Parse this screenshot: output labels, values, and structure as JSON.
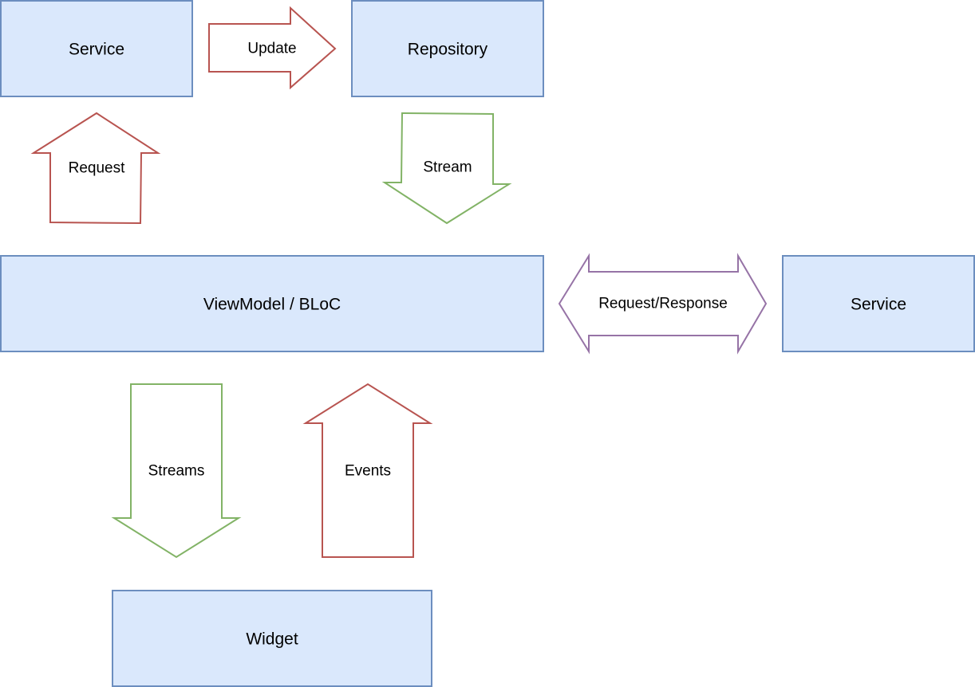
{
  "diagram": {
    "title": "ViewModel / BLoC architecture",
    "colors": {
      "box_fill": "#dae8fc",
      "box_stroke": "#6c8ebf",
      "arrow_red": "#b85450",
      "arrow_green": "#82b366",
      "arrow_purple": "#9673a6"
    },
    "nodes": {
      "service_top": "Service",
      "repository": "Repository",
      "viewmodel": "ViewModel / BLoC",
      "service_right": "Service",
      "widget": "Widget"
    },
    "edges": {
      "update": {
        "label": "Update",
        "from": "Service",
        "to": "Repository",
        "direction": "right"
      },
      "request": {
        "label": "Request",
        "from": "ViewModel / BLoC",
        "to": "Service",
        "direction": "up"
      },
      "stream": {
        "label": "Stream",
        "from": "Repository",
        "to": "ViewModel / BLoC",
        "direction": "down"
      },
      "request_response": {
        "label": "Request/Response",
        "from": "ViewModel / BLoC",
        "to": "Service",
        "direction": "both"
      },
      "streams": {
        "label": "Streams",
        "from": "ViewModel / BLoC",
        "to": "Widget",
        "direction": "down"
      },
      "events": {
        "label": "Events",
        "from": "Widget",
        "to": "ViewModel / BLoC",
        "direction": "up"
      }
    }
  }
}
